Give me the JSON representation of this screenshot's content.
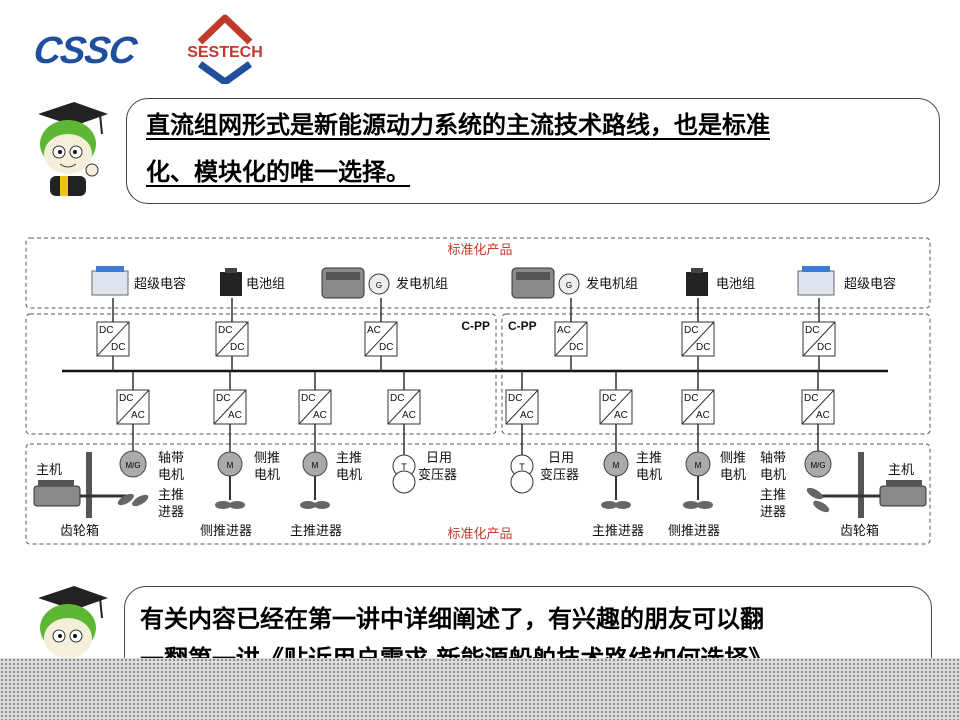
{
  "logos": {
    "left": "CSSC",
    "right": "SESTECH"
  },
  "top_bubble": {
    "line1": "直流组网形式是新能源动力系统的主流技术路线，也是标准",
    "line2": "化、模块化的唯一选择。"
  },
  "bottom_bubble": {
    "line1": "有关内容已经在第一讲中详细阐述了，有兴趣的朋友可以翻",
    "line2": "一翻第一讲《贴近用户需求 新能源船舶技术路线如何选择》"
  },
  "diagram": {
    "standard_top": "标准化产品",
    "standard_bottom": "标准化产品",
    "cpp_left": "C-PP",
    "cpp_right": "C-PP",
    "sources": [
      {
        "label": "超级电容",
        "icon": "supercapacitor-icon"
      },
      {
        "label": "电池组",
        "icon": "battery-icon"
      },
      {
        "label": "发电机组",
        "icon": "generator-icon"
      },
      {
        "label": "发电机组",
        "icon": "generator-icon"
      },
      {
        "label": "电池组",
        "icon": "battery-icon"
      },
      {
        "label": "超级电容",
        "icon": "supercapacitor-icon"
      }
    ],
    "upper_converters": [
      {
        "in": "DC",
        "out": "DC"
      },
      {
        "in": "DC",
        "out": "DC"
      },
      {
        "in": "AC",
        "out": "DC"
      },
      {
        "in": "AC",
        "out": "DC"
      },
      {
        "in": "DC",
        "out": "DC"
      },
      {
        "in": "DC",
        "out": "DC"
      }
    ],
    "lower_converters": [
      {
        "in": "DC",
        "out": "AC"
      },
      {
        "in": "DC",
        "out": "AC"
      },
      {
        "in": "DC",
        "out": "AC"
      },
      {
        "in": "DC",
        "out": "AC"
      },
      {
        "in": "DC",
        "out": "AC"
      },
      {
        "in": "DC",
        "out": "AC"
      },
      {
        "in": "DC",
        "out": "AC"
      },
      {
        "in": "DC",
        "out": "AC"
      }
    ],
    "motor_symbols": {
      "mg": "M/G",
      "m": "M",
      "g": "G",
      "t": "T"
    },
    "loads": {
      "main_engine": "主机",
      "gearbox": "齿轮箱",
      "shaft_motor_l1": "轴带",
      "shaft_motor_l2": "电机",
      "main_prop_l1": "主推",
      "main_prop_l2": "进器",
      "side_motor_l1": "侧推",
      "side_motor_l2": "电机",
      "main_motor_l1": "主推",
      "main_motor_l2": "电机",
      "daily_l1": "日用",
      "daily_l2": "变压器",
      "side_thruster": "侧推进器",
      "main_thruster": "主推进器"
    }
  }
}
